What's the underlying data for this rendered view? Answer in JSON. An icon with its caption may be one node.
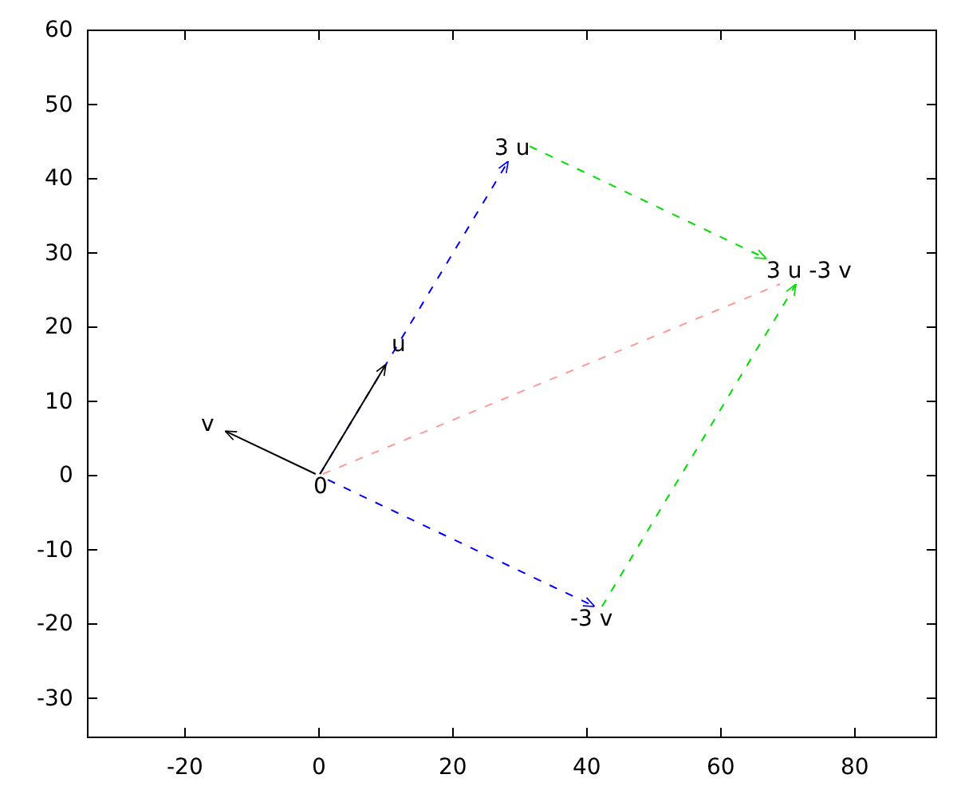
{
  "diagram": {
    "nodes": [
      {
        "text": [
          "0"
        ]
      },
      {
        "text": [
          "u"
        ]
      },
      {
        "text": [
          "v"
        ]
      },
      {
        "text": [
          "3 u"
        ]
      },
      {
        "text": [
          "-3 v"
        ]
      },
      {
        "text": [
          "3 u -3 v"
        ]
      }
    ],
    "edges": [
      {
        "from": 0,
        "to": 3,
        "arrow": "to",
        "style": "dashed",
        "color": "#0000ff"
      },
      {
        "from": 0,
        "to": 4,
        "arrow": "to",
        "style": "dashed",
        "color": "#0000ff"
      },
      {
        "from": 3,
        "to": 5,
        "arrow": "to",
        "style": "dashed",
        "color": "#00dd00"
      },
      {
        "from": 4,
        "to": 5,
        "arrow": "to",
        "style": "dashed",
        "color": "#00dd00"
      },
      {
        "from": 0,
        "to": 5,
        "arrow": "none",
        "style": "dashed",
        "color": "#ff9999"
      },
      {
        "from": 0,
        "to": 1,
        "arrow": "to",
        "color": "#000000"
      },
      {
        "from": 0,
        "to": 2,
        "arrow": "to",
        "color": "#000000"
      }
    ],
    "labels": [
      "60",
      "50",
      "40",
      "30",
      "20",
      "10",
      "0",
      "-10",
      "-20",
      "-30",
      "-20",
      "0",
      "20",
      "40",
      "60",
      "80"
    ]
  }
}
